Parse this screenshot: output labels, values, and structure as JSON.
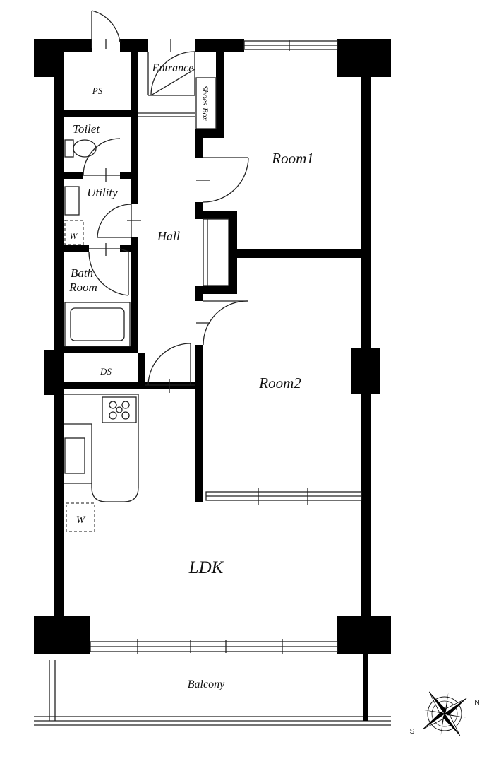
{
  "floor_plan": {
    "rooms": {
      "ps": "PS",
      "entrance": "Entrance",
      "shoes_box": "Shoes Box",
      "toilet": "Toilet",
      "utility": "Utility",
      "washer_utility": "W",
      "hall": "Hall",
      "bath_line1": "Bath",
      "bath_line2": "Room",
      "ds": "DS",
      "room1": "Room1",
      "room2": "Room2",
      "washer_kitchen": "W",
      "ldk": "LDK",
      "balcony": "Balcony"
    },
    "compass": {
      "north": "N",
      "south": "S"
    }
  }
}
